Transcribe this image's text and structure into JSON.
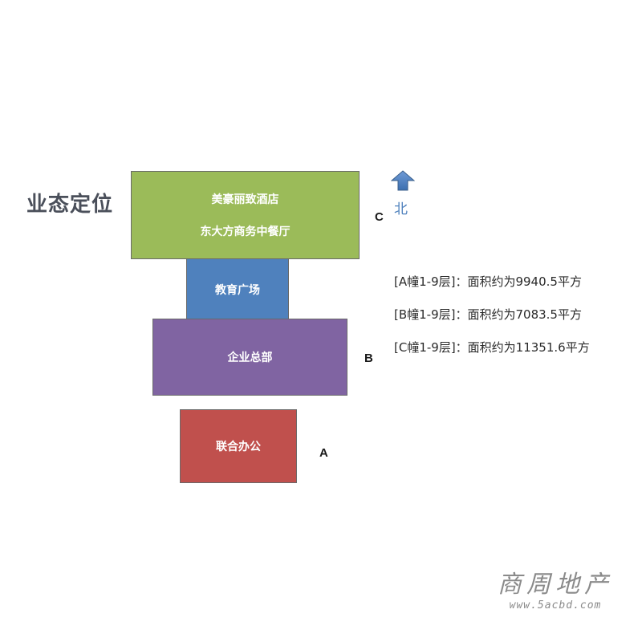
{
  "page_title": "业态定位",
  "blocks": {
    "c": {
      "line1": "美豪丽致酒店",
      "line2": "东大方商务中餐厅",
      "color": "#9bbb59"
    },
    "edu": {
      "label": "教育广场",
      "color": "#4f81bd"
    },
    "b": {
      "label": "企业总部",
      "color": "#8064a2"
    },
    "a": {
      "label": "联合办公",
      "color": "#c0504d"
    }
  },
  "building_labels": {
    "c": "C",
    "b": "B",
    "a": "A"
  },
  "compass": {
    "label": "北",
    "icon": "north-arrow-icon",
    "color": "#4f81bd"
  },
  "areas": [
    "[A幢1-9层]：面积约为9940.5平方",
    "[B幢1-9层]：面积约为7083.5平方",
    "[C幢1-9层]：面积约为11351.6平方"
  ],
  "watermark": {
    "name": "商周地产",
    "url": "www.5acbd.com"
  }
}
